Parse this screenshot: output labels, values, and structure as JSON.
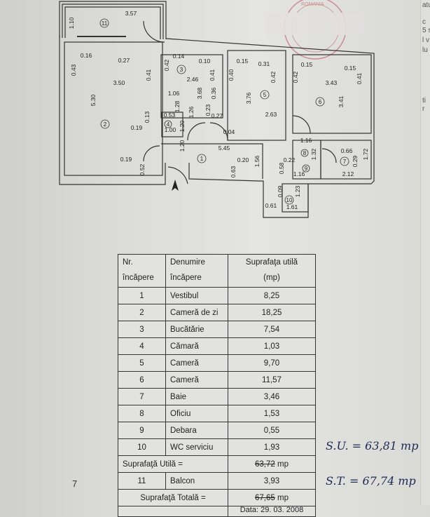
{
  "document": {
    "stamp_text": "ROMANIA",
    "stray_mark": "7"
  },
  "edge_page": {
    "lines": [
      "atu",
      "c",
      "5 s",
      "l v",
      "lu",
      "ti",
      "r"
    ]
  },
  "floor_plan": {
    "north_arrow": "north-arrow",
    "room_numbers": [
      "1",
      "2",
      "3",
      "4",
      "5",
      "6",
      "7",
      "8",
      "9",
      "10",
      "11"
    ],
    "dimensions": [
      "3.57",
      "1.10",
      "5.30",
      "3.50",
      "0.16",
      "0.43",
      "0.27",
      "0.41",
      "0.13",
      "0.19",
      "0.19",
      "0.52",
      "0.14",
      "0.42",
      "2.46",
      "0.10",
      "0.41",
      "3.68",
      "0.36",
      "1.06",
      "0.23",
      "0.27",
      "0.04",
      "0.53",
      "1.28",
      "1.26",
      "1.20",
      "1.00",
      "1.20",
      "5.45",
      "0.20",
      "0.63",
      "1.56",
      "0.15",
      "0.40",
      "3.76",
      "0.31",
      "0.42",
      "2.63",
      "0.15",
      "0.42",
      "3.43",
      "0.15",
      "0.41",
      "3.41",
      "1.16",
      "1.32",
      "0.22",
      "0.58",
      "1.16",
      "0.66",
      "0.29",
      "1.72",
      "2.12",
      "0.09",
      "1.23",
      "0.61",
      "1.61"
    ]
  },
  "table": {
    "headers": {
      "nr": "Nr.",
      "nr2": "încăpere",
      "name": "Denumire",
      "name2": "încăpere",
      "area": "Suprafaţa utilă",
      "area2": "(mp)"
    },
    "rows": [
      {
        "nr": "1",
        "name": "Vestibul",
        "area": "8,25"
      },
      {
        "nr": "2",
        "name": "Cameră de zi",
        "area": "18,25"
      },
      {
        "nr": "3",
        "name": "Bucătărie",
        "area": "7,54"
      },
      {
        "nr": "4",
        "name": "Cămară",
        "area": "1,03"
      },
      {
        "nr": "5",
        "name": "Cameră",
        "area": "9,70"
      },
      {
        "nr": "6",
        "name": "Cameră",
        "area": "11,57"
      },
      {
        "nr": "7",
        "name": "Baie",
        "area": "3,46"
      },
      {
        "nr": "8",
        "name": "Oficiu",
        "area": "1,53"
      },
      {
        "nr": "9",
        "name": "Debara",
        "area": "0,55"
      },
      {
        "nr": "10",
        "name": "WC serviciu",
        "area": "1,93"
      }
    ],
    "useful_total": {
      "label": "Suprafaţă Utilă =",
      "value": "63,72",
      "unit": "mp"
    },
    "balcony": {
      "nr": "11",
      "name": "Balcon",
      "area": "3,93"
    },
    "grand_total": {
      "label": "Suprafaţă Totală =",
      "value": "67,65",
      "unit": "mp"
    },
    "date": "Data: 29. 03. 2008"
  },
  "handwritten": {
    "useful": "S.U. = 63,81 mp",
    "total": "S.T. = 67,74 mp"
  }
}
